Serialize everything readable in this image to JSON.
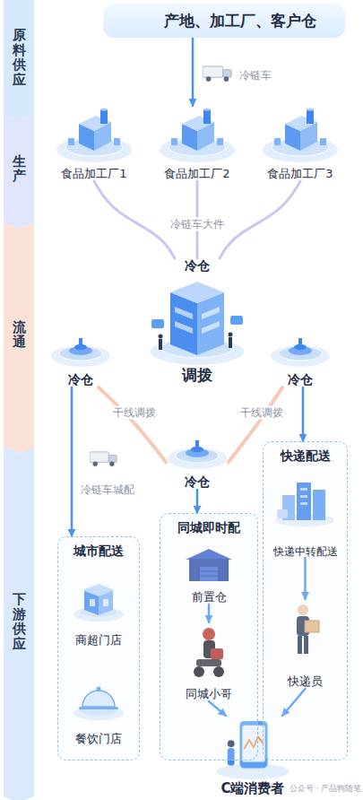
{
  "diagram": {
    "nodes": [
      {
        "text": [
          "原料供应"
        ]
      },
      {
        "text": [
          "生产"
        ]
      },
      {
        "text": [
          "流通"
        ]
      },
      {
        "text": [
          "下游供应"
        ]
      },
      {
        "text": [
          "产地、加工厂、客户仓"
        ]
      },
      {
        "text": [
          "食品加工厂1"
        ]
      },
      {
        "text": [
          "食品加工厂2"
        ]
      },
      {
        "text": [
          "食品加工厂3"
        ]
      },
      {
        "text": [
          "冷仓",
          "调拨"
        ]
      },
      {
        "text": [
          "冷仓"
        ]
      },
      {
        "text": [
          "冷仓"
        ]
      },
      {
        "text": [
          "冷仓"
        ]
      },
      {
        "text": [
          "城市配送"
        ]
      },
      {
        "text": [
          "商超门店"
        ],
        "in": 12
      },
      {
        "text": [
          "餐饮门店"
        ],
        "in": 12
      },
      {
        "text": [
          "同城即时配"
        ]
      },
      {
        "text": [
          "前置仓"
        ],
        "in": 15
      },
      {
        "text": [
          "同城小哥"
        ],
        "in": 15
      },
      {
        "text": [
          "快递配送"
        ]
      },
      {
        "text": [
          "快递中转配送"
        ],
        "in": 18
      },
      {
        "text": [
          "快递员"
        ],
        "in": 18
      },
      {
        "text": [
          "C端消费者"
        ]
      }
    ],
    "edges": [
      {
        "from": 4,
        "to": 6,
        "arrow": "to",
        "label": "冷链车"
      },
      {
        "from": 5,
        "to": 8,
        "arrow": "none"
      },
      {
        "from": 6,
        "to": 8,
        "arrow": "none",
        "label": "冷链车大件"
      },
      {
        "from": 7,
        "to": 8,
        "arrow": "none"
      },
      {
        "from": 9,
        "to": 11,
        "arrow": "none",
        "label": "干线调拨"
      },
      {
        "from": 10,
        "to": 11,
        "arrow": "none",
        "label": "干线调拨"
      },
      {
        "from": 9,
        "to": 12,
        "arrow": "to",
        "label": "冷链车城配"
      },
      {
        "from": 11,
        "to": 15,
        "arrow": "to"
      },
      {
        "from": 10,
        "to": 18,
        "arrow": "to"
      },
      {
        "from": 16,
        "to": 17,
        "arrow": "to"
      },
      {
        "from": 19,
        "to": 20,
        "arrow": "to"
      },
      {
        "from": 17,
        "to": 21,
        "arrow": "to"
      },
      {
        "from": 20,
        "to": 21,
        "arrow": "to"
      }
    ],
    "labels": [
      "公众号 · 产品狗随笔"
    ]
  }
}
